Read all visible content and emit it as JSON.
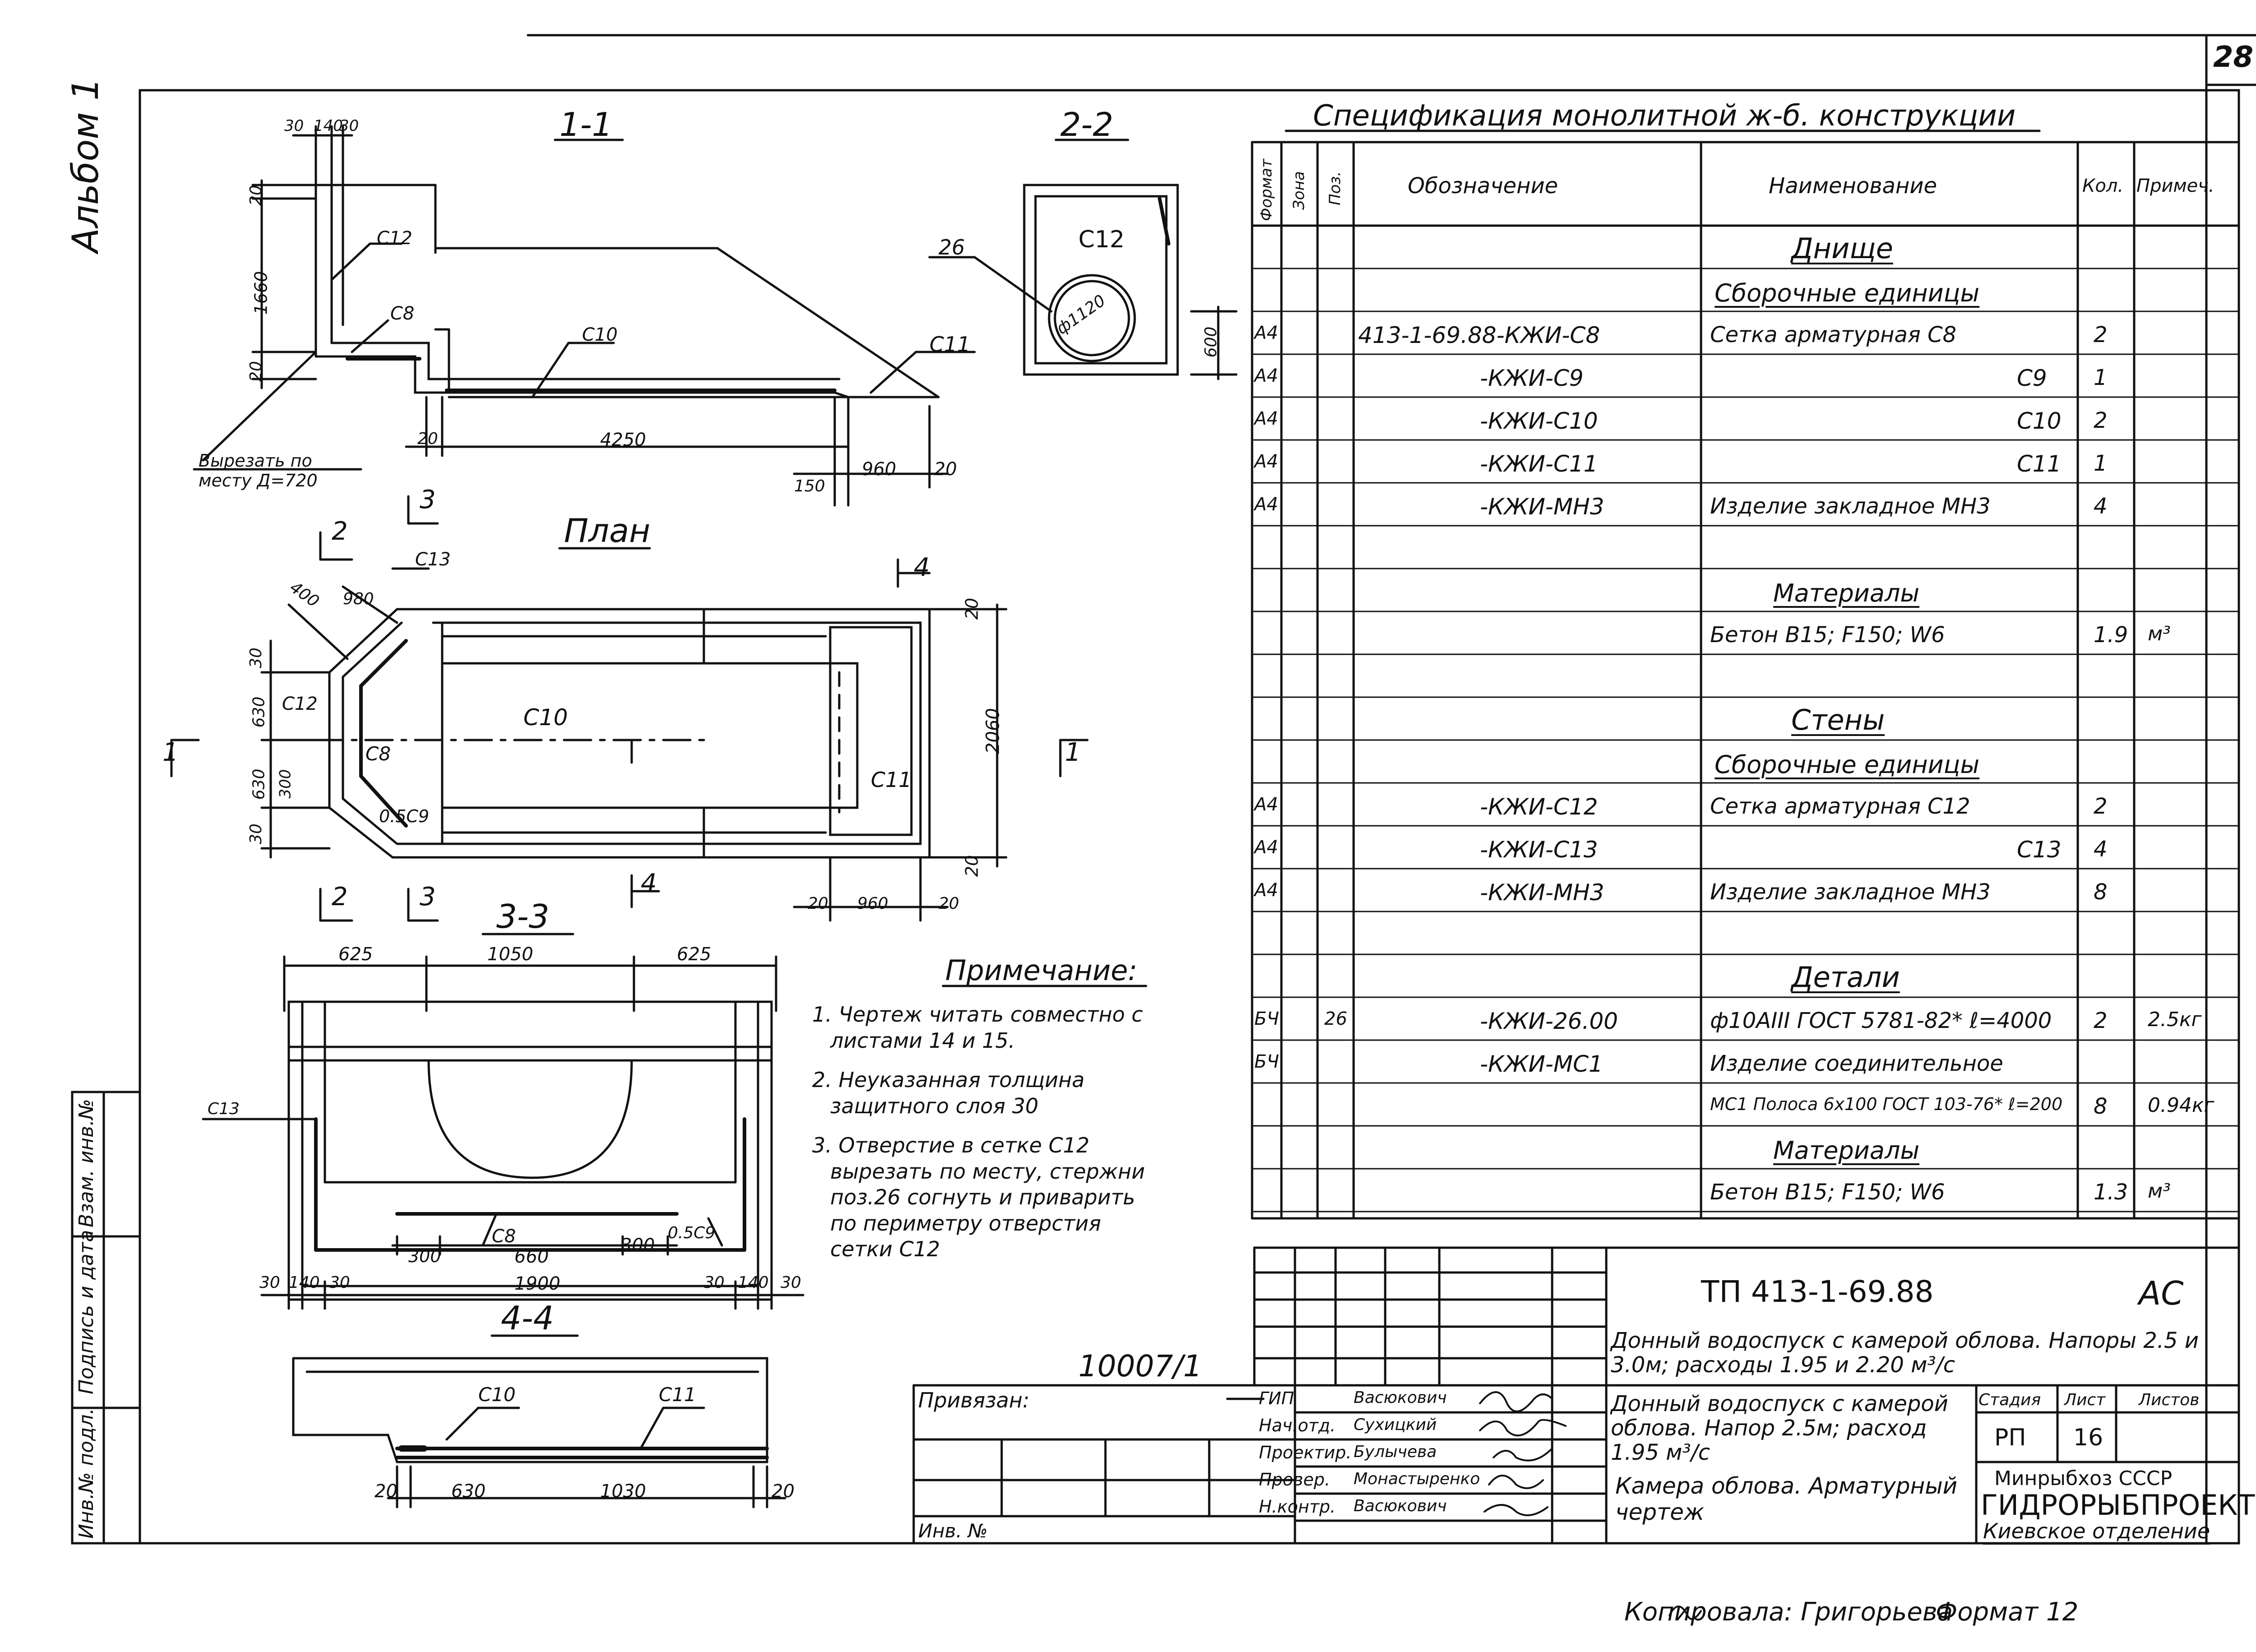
{
  "sheet": {
    "number": "28",
    "album": "Альбом 1",
    "copied": "Копировала: Григорьева",
    "format": "Формат 12",
    "ref_number": "10007/1"
  },
  "left_strip": [
    "Инв.№ подл.",
    "Подпись и дата",
    "Взам. инв.№"
  ],
  "sections": {
    "s11": {
      "title": "1-1",
      "dims": [
        "30",
        "140",
        "30",
        "20",
        "1660",
        "20",
        "20",
        "4250",
        "150",
        "960",
        "20"
      ],
      "labels": [
        "C12",
        "C8",
        "C10",
        "C11"
      ],
      "note": "Вырезать по месту Д=720"
    },
    "s22": {
      "title": "2-2",
      "labels": [
        "C12",
        "26",
        "ф1120",
        "600"
      ]
    },
    "plan": {
      "title": "План",
      "dims": [
        "400",
        "980",
        "30",
        "630",
        "630",
        "300",
        "30",
        "20",
        "2060",
        "20",
        "20",
        "960",
        "20"
      ],
      "labels": [
        "C13",
        "C12",
        "C10",
        "C8",
        "0.5C9",
        "C11"
      ],
      "cuts": [
        "1",
        "1",
        "2",
        "2",
        "3",
        "3",
        "4",
        "4"
      ]
    },
    "s33": {
      "title": "3-3",
      "dims": [
        "625",
        "1050",
        "625",
        "300",
        "660",
        "300",
        "30",
        "140",
        "30",
        "1900",
        "30",
        "140",
        "30"
      ],
      "labels": [
        "C13",
        "C8",
        "0.5C9"
      ]
    },
    "s44": {
      "title": "4-4",
      "dims": [
        "20",
        "630",
        "1030",
        "20"
      ],
      "labels": [
        "C10",
        "C11"
      ]
    }
  },
  "notes": {
    "title": "Примечание:",
    "items": [
      [
        "1. Чертеж читать совместно с",
        "листами  14 и 15."
      ],
      [
        "2. Неуказанная толщина",
        "защитного слоя 30"
      ],
      [
        "3. Отверстие в сетке С12",
        "вырезать по месту, стержни",
        "поз.26 согнуть и приварить",
        "по периметру отверстия",
        "сетки С12"
      ]
    ]
  },
  "spec": {
    "title": "Спецификация монолитной ж-б. конструкции",
    "headers": {
      "format": "Формат",
      "zone": "Зона",
      "pos": "Поз.",
      "designation": "Обозначение",
      "name": "Наименование",
      "qty": "Кол.",
      "note": "Примеч."
    },
    "rows": [
      {
        "f": "",
        "p": "",
        "d": "",
        "n": "Днище",
        "q": "",
        "m": "",
        "kind": "section"
      },
      {
        "f": "",
        "p": "",
        "d": "",
        "n": "Сборочные единицы",
        "q": "",
        "m": "",
        "kind": "subsection"
      },
      {
        "f": "А4",
        "p": "",
        "d": "413-1-69.88-КЖИ-С8",
        "n": "Сетка арматурная С8",
        "q": "2",
        "m": "",
        "kind": "item"
      },
      {
        "f": "А4",
        "p": "",
        "d": "-КЖИ-С9",
        "n": "С9",
        "q": "1",
        "m": "",
        "kind": "item-r"
      },
      {
        "f": "А4",
        "p": "",
        "d": "-КЖИ-С10",
        "n": "С10",
        "q": "2",
        "m": "",
        "kind": "item-r"
      },
      {
        "f": "А4",
        "p": "",
        "d": "-КЖИ-С11",
        "n": "С11",
        "q": "1",
        "m": "",
        "kind": "item-r"
      },
      {
        "f": "А4",
        "p": "",
        "d": "-КЖИ-МН3",
        "n": "Изделие закладное МН3",
        "q": "4",
        "m": "",
        "kind": "item"
      },
      {
        "f": "",
        "p": "",
        "d": "",
        "n": "",
        "q": "",
        "m": "",
        "kind": "blank"
      },
      {
        "f": "",
        "p": "",
        "d": "",
        "n": "Материалы",
        "q": "",
        "m": "",
        "kind": "subsection"
      },
      {
        "f": "",
        "p": "",
        "d": "",
        "n": "Бетон В15; F150; W6",
        "q": "1.9",
        "m": "м³",
        "kind": "item"
      },
      {
        "f": "",
        "p": "",
        "d": "",
        "n": "",
        "q": "",
        "m": "",
        "kind": "blank"
      },
      {
        "f": "",
        "p": "",
        "d": "",
        "n": "Стены",
        "q": "",
        "m": "",
        "kind": "section"
      },
      {
        "f": "",
        "p": "",
        "d": "",
        "n": "Сборочные единицы",
        "q": "",
        "m": "",
        "kind": "subsection"
      },
      {
        "f": "А4",
        "p": "",
        "d": "-КЖИ-С12",
        "n": "Сетка арматурная С12",
        "q": "2",
        "m": "",
        "kind": "item"
      },
      {
        "f": "А4",
        "p": "",
        "d": "-КЖИ-С13",
        "n": "С13",
        "q": "4",
        "m": "",
        "kind": "item-r"
      },
      {
        "f": "А4",
        "p": "",
        "d": "-КЖИ-МН3",
        "n": "Изделие закладное МН3",
        "q": "8",
        "m": "",
        "kind": "item"
      },
      {
        "f": "",
        "p": "",
        "d": "",
        "n": "",
        "q": "",
        "m": "",
        "kind": "blank"
      },
      {
        "f": "",
        "p": "",
        "d": "",
        "n": "Детали",
        "q": "",
        "m": "",
        "kind": "section"
      },
      {
        "f": "БЧ",
        "p": "26",
        "d": "-КЖИ-26.00",
        "n": "ф10АIII ГОСТ 5781-82* ℓ=4000",
        "q": "2",
        "m": "2.5кг",
        "kind": "item"
      },
      {
        "f": "БЧ",
        "p": "",
        "d": "-КЖИ-МС1",
        "n": "Изделие соединительное",
        "q": "",
        "m": "",
        "kind": "item"
      },
      {
        "f": "",
        "p": "",
        "d": "",
        "n": "МС1 Полоса 6x100 ГОСТ 103-76* ℓ=200",
        "q": "8",
        "m": "0.94кг",
        "kind": "item"
      },
      {
        "f": "",
        "p": "",
        "d": "",
        "n": "Материалы",
        "q": "",
        "m": "",
        "kind": "subsection"
      },
      {
        "f": "",
        "p": "",
        "d": "",
        "n": "Бетон В15; F150; W6",
        "q": "1.3",
        "m": "м³",
        "kind": "item"
      }
    ]
  },
  "title_block": {
    "code": "ТП 413-1-69.88",
    "mark": "АС",
    "desc1": "Донный водоспуск с камерой облова. Напоры 2.5 и 3.0м; расходы 1.95 и 2.20 м³/с",
    "desc2": "Донный водоспуск с камерой облова. Напор 2.5м; расход 1.95 м³/с",
    "desc3": "Камера облова. Арматурный чертеж",
    "stage_h": "Стадия",
    "sheet_h": "Лист",
    "sheets_h": "Листов",
    "stage": "РП",
    "sheet": "16",
    "sheets": "",
    "org1": "Минрыбхоз СССР",
    "org2": "ГИДРОРЫБПРОЕКТ",
    "org3": "Киевское отделение",
    "bound": "Привязан:",
    "inv": "Инв. №",
    "roles": [
      {
        "role": "ГИП",
        "name": "Васюкович"
      },
      {
        "role": "Нач.отд.",
        "name": "Сухицкий"
      },
      {
        "role": "Проектир.",
        "name": "Булычева"
      },
      {
        "role": "Провер.",
        "name": "Монастыренко"
      },
      {
        "role": "Н.контр.",
        "name": "Васюкович"
      }
    ]
  }
}
